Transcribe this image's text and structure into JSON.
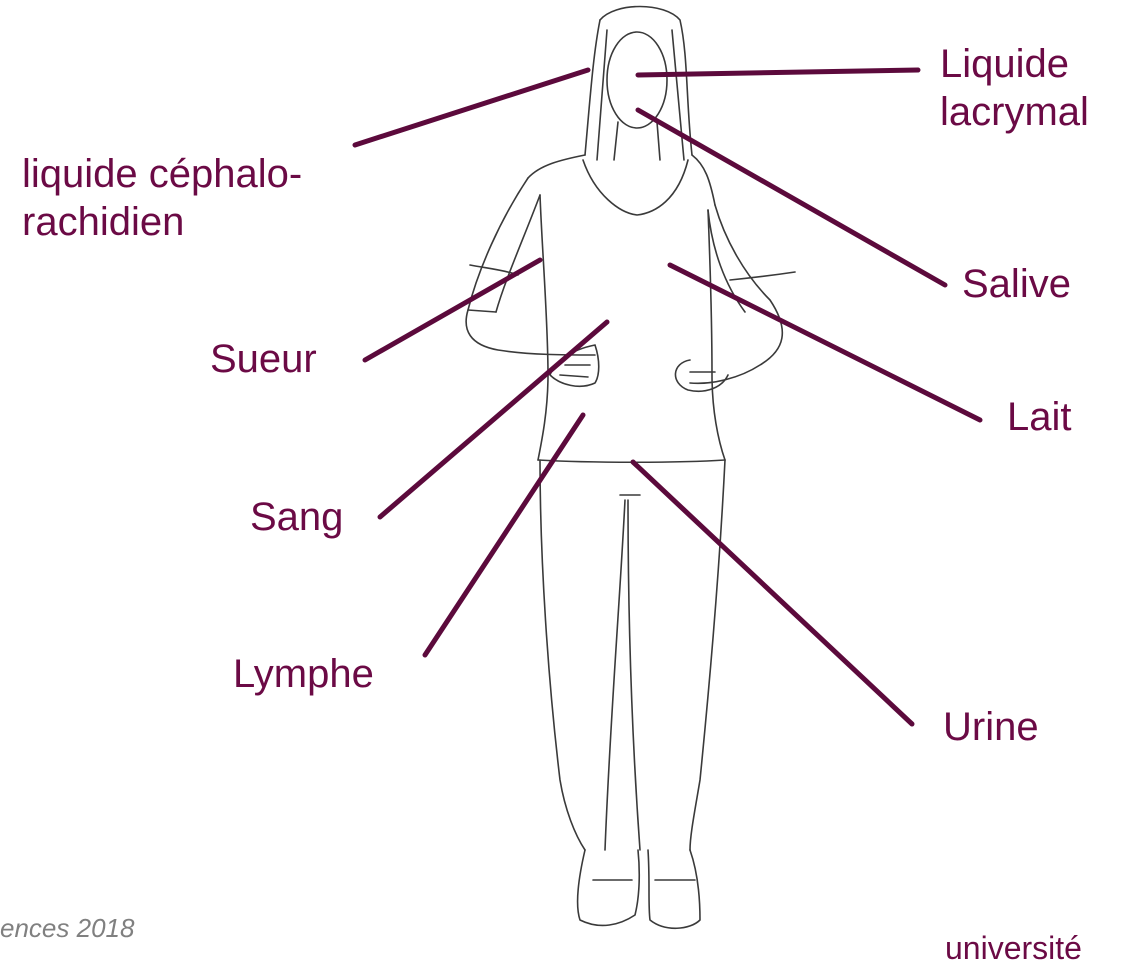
{
  "labels": {
    "tears": "Liquide\nlacrymal",
    "csf": "liquide céphalo-\nrachidien",
    "saliva": "Salive",
    "sweat": "Sueur",
    "milk": "Lait",
    "blood": "Sang",
    "lymph": "Lymphe",
    "urine": "Urine"
  },
  "footer": {
    "credit": "ences 2018",
    "logo_text": "université"
  },
  "colors": {
    "label": "#6b0a45",
    "leader_line": "#5c0a3c",
    "outline": "#3a3a3a"
  }
}
